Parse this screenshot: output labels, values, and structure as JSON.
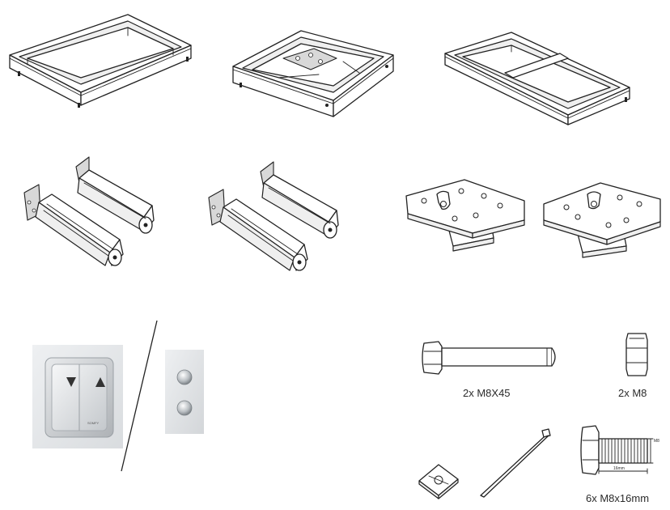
{
  "parts": {
    "bolt_long": {
      "label": "2x M8X45"
    },
    "nut": {
      "label": "2x M8"
    },
    "bolt_short": {
      "label": "6x M8x16mm",
      "dim_length": "16mm",
      "dim_thread": "M8"
    }
  },
  "switch": {
    "brand_text": "SOMFY"
  }
}
